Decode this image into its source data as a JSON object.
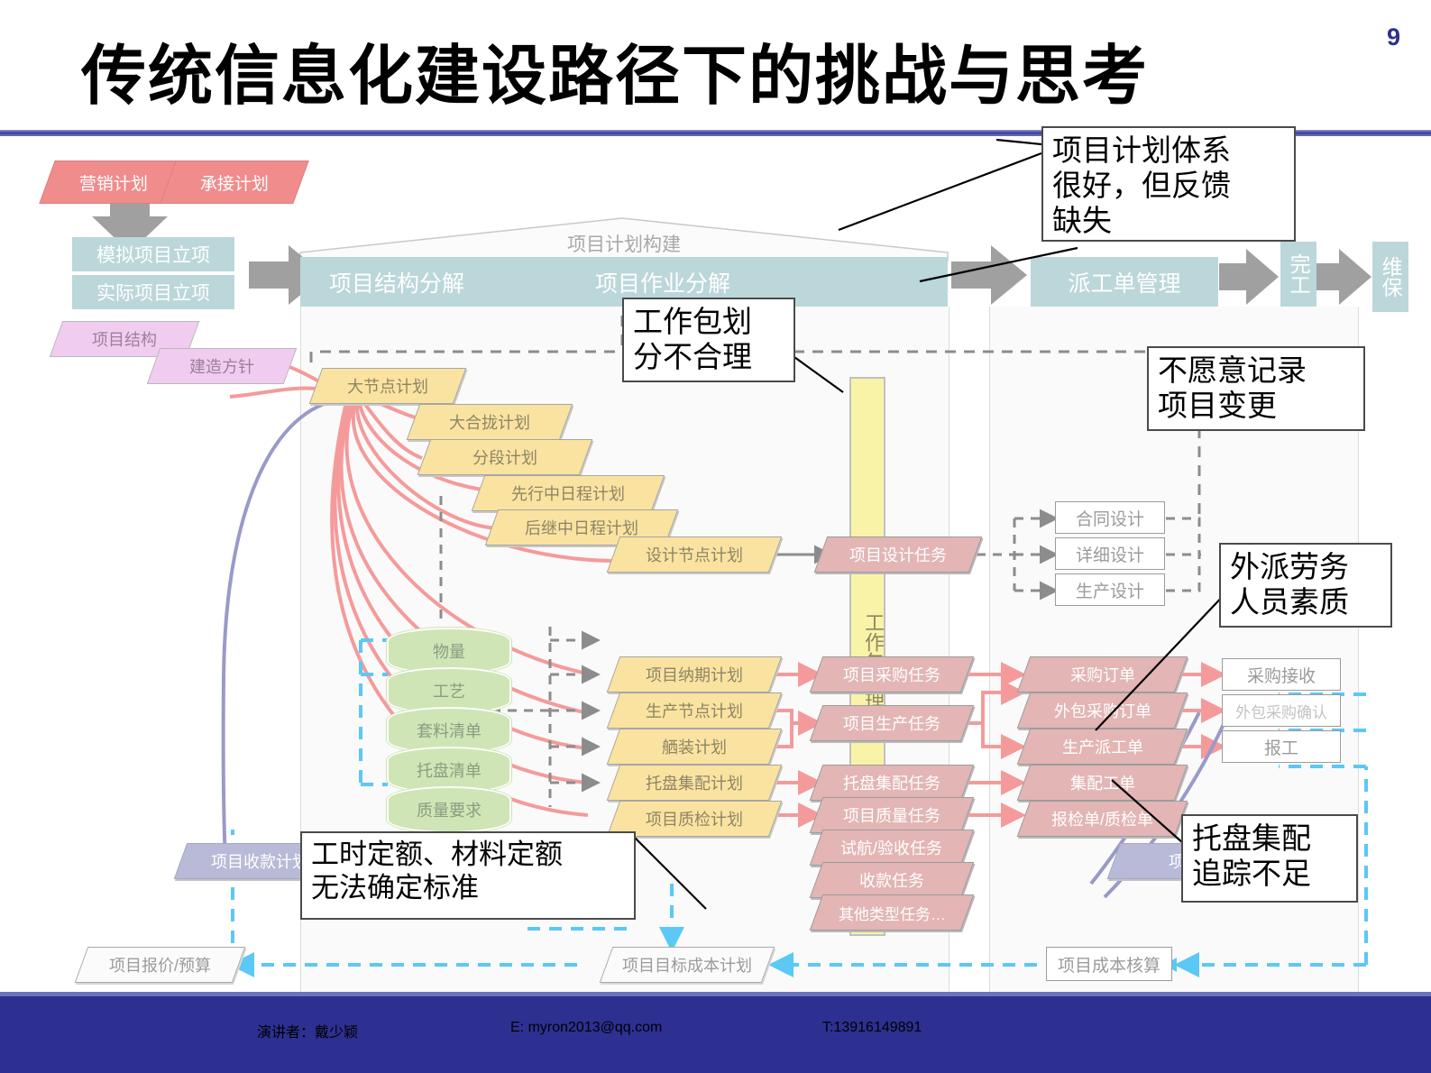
{
  "slide": {
    "title": "传统信息化建设路径下的挑战与思考",
    "page_number": "9"
  },
  "footer": {
    "speaker": "演讲者：戴少颖",
    "email": "E: myron2013@qq.com",
    "phone": "T:13916149891"
  },
  "flow": {
    "top_inputs": [
      {
        "label": "营销计划"
      },
      {
        "label": "承接计划"
      }
    ],
    "initiation": [
      {
        "label": "模拟项目立项"
      },
      {
        "label": "实际项目立项"
      }
    ],
    "structure_inputs": [
      {
        "label": "项目结构"
      },
      {
        "label": "建造方针"
      }
    ],
    "plan_banner": "项目计划构建",
    "plan_stages": [
      {
        "label": "项目结构分解"
      },
      {
        "label": "项目作业分解"
      }
    ],
    "dispatch": "派工单管理",
    "completion": "完工",
    "maintenance": "维保",
    "work_package_bar": "工作包管理"
  },
  "plans": [
    {
      "label": "大节点计划"
    },
    {
      "label": "大合拢计划"
    },
    {
      "label": "分段计划"
    },
    {
      "label": "先行中日程计划"
    },
    {
      "label": "后继中日程计划"
    },
    {
      "label": "设计节点计划"
    }
  ],
  "design_tasks": {
    "task": "项目设计任务",
    "outputs": [
      {
        "label": "合同设计"
      },
      {
        "label": "详细设计"
      },
      {
        "label": "生产设计"
      }
    ]
  },
  "databases": [
    {
      "label": "物量"
    },
    {
      "label": "工艺"
    },
    {
      "label": "套料清单"
    },
    {
      "label": "托盘清单"
    },
    {
      "label": "质量要求"
    }
  ],
  "production_plans": [
    {
      "label": "项目纳期计划"
    },
    {
      "label": "生产节点计划"
    },
    {
      "label": "舾装计划"
    },
    {
      "label": "托盘集配计划"
    },
    {
      "label": "项目质检计划"
    }
  ],
  "tasks": [
    {
      "label": "项目采购任务"
    },
    {
      "label": "项目生产任务"
    },
    {
      "label": "托盘集配任务"
    },
    {
      "label": "项目质量任务"
    },
    {
      "label": "试航/验收任务"
    },
    {
      "label": "收款任务"
    },
    {
      "label": "其他类型任务…"
    }
  ],
  "orders": [
    {
      "label": "采购订单"
    },
    {
      "label": "外包采购订单"
    },
    {
      "label": "生产派工单"
    },
    {
      "label": "集配工单"
    },
    {
      "label": "报检单/质检单"
    }
  ],
  "confirmations": [
    {
      "label": "采购接收"
    },
    {
      "label": "外包采购确认"
    },
    {
      "label": "报工"
    }
  ],
  "cost": {
    "receipt_plan": "项目收款计划",
    "quotation": "项目报价/预算",
    "target_cost": "项目目标成本计划",
    "cost_accounting": "项目成本核算",
    "project_payment": "项目付"
  },
  "annotations": [
    {
      "id": "a1",
      "text": "项目计划体系\n很好，但反馈\n缺失"
    },
    {
      "id": "a2",
      "text": "工作包划\n分不合理"
    },
    {
      "id": "a3",
      "text": "不愿意记录\n项目变更"
    },
    {
      "id": "a4",
      "text": "外派劳务\n人员素质"
    },
    {
      "id": "a5",
      "text": "托盘集配\n追踪不足"
    },
    {
      "id": "a6",
      "text": "工时定额、材料定额\n无法确定标准"
    }
  ],
  "colors": {
    "title_rule": "#3b3f9e",
    "footer_bg": "#2d2f91",
    "teal": "#bcd7da",
    "red": "#f08c8c",
    "yellow": "#fae3a0",
    "task_pink": "#e3b5b5",
    "green_db": "#cfe5b6",
    "purple": "#b9b9d8",
    "cyan_dash": "#5bc8f5",
    "pink_link": "#f59a9a"
  }
}
